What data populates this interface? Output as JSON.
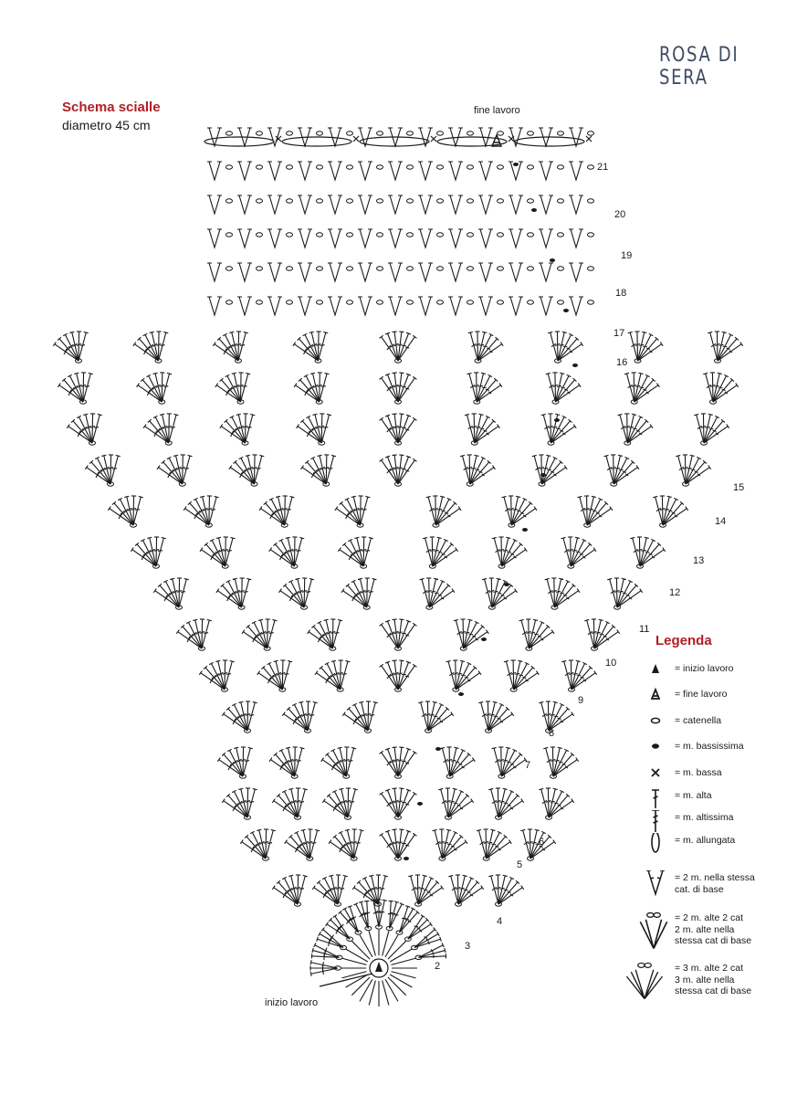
{
  "brand": "ROSA DI SERA",
  "title": "Schema scialle",
  "subtitle": "diametro 45 cm",
  "end_label": "fine lavoro",
  "start_label": "inizio lavoro",
  "row_numbers": [
    "2",
    "3",
    "4",
    "5",
    "6",
    "7",
    "8",
    "9",
    "10",
    "11",
    "12",
    "13",
    "14",
    "15",
    "16",
    "17",
    "18",
    "19",
    "20",
    "21"
  ],
  "legend": {
    "title": "Legenda",
    "items": [
      {
        "icon": "filled-triangle-icon",
        "text": "= inizio lavoro"
      },
      {
        "icon": "open-triangle-icon",
        "text": "= fine lavoro"
      },
      {
        "icon": "chain-oval-icon",
        "text": "= catenella"
      },
      {
        "icon": "filled-dot-icon",
        "text": "= m. bassissima"
      },
      {
        "icon": "cross-icon",
        "text": "= m. bassa"
      },
      {
        "icon": "double-crochet-icon",
        "text": "= m. alta"
      },
      {
        "icon": "treble-crochet-icon",
        "text": "= m. altissima"
      },
      {
        "icon": "elongated-loop-icon",
        "text": "= m. allungata"
      },
      {
        "icon": "v-stitch-icon",
        "text": "= 2 m. nella stessa\ncat. di base"
      },
      {
        "icon": "fan-2-icon",
        "text": "= 2 m. alte 2 cat\n2 m. alte nella\nstessa cat di base"
      },
      {
        "icon": "fan-3-icon",
        "text": "= 3 m. alte 2 cat\n3 m. alte nella\nstessa cat di base"
      }
    ]
  },
  "colors": {
    "accent": "#b01e23",
    "brand": "#3d4b63",
    "ink": "#1a1a1a"
  }
}
